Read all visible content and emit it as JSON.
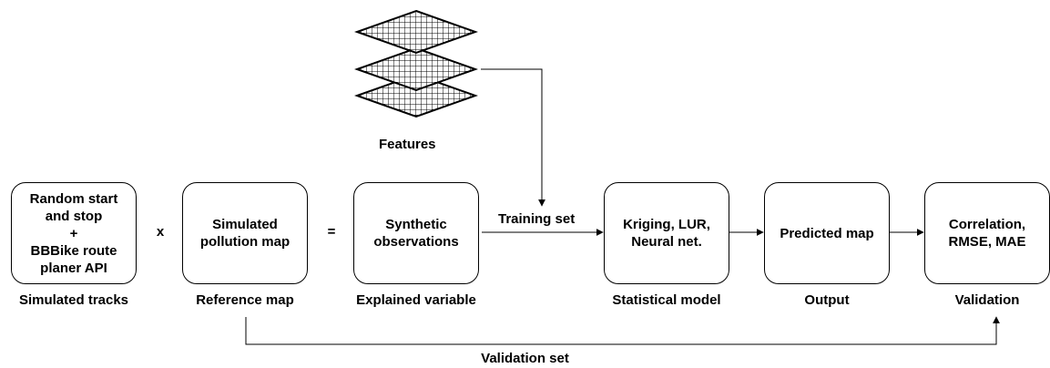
{
  "features": {
    "label": "Features"
  },
  "boxes": {
    "tracks": {
      "lines": [
        "Random start",
        "and stop",
        "+",
        "BBBike route",
        "planer API"
      ],
      "caption": "Simulated tracks"
    },
    "reference": {
      "lines": [
        "Simulated",
        "pollution map"
      ],
      "caption": "Reference map"
    },
    "observations": {
      "lines": [
        "Synthetic",
        "observations"
      ],
      "caption": "Explained variable"
    },
    "model": {
      "lines": [
        "Kriging, LUR,",
        "Neural net."
      ],
      "caption": "Statistical model"
    },
    "predicted": {
      "lines": [
        "Predicted map"
      ],
      "caption": "Output"
    },
    "validation": {
      "lines": [
        "Correlation,",
        "RMSE, MAE"
      ],
      "caption": "Validation"
    }
  },
  "operators": {
    "times": "x",
    "equals": "="
  },
  "edges": {
    "training_set": "Training set",
    "validation_set": "Validation set"
  }
}
